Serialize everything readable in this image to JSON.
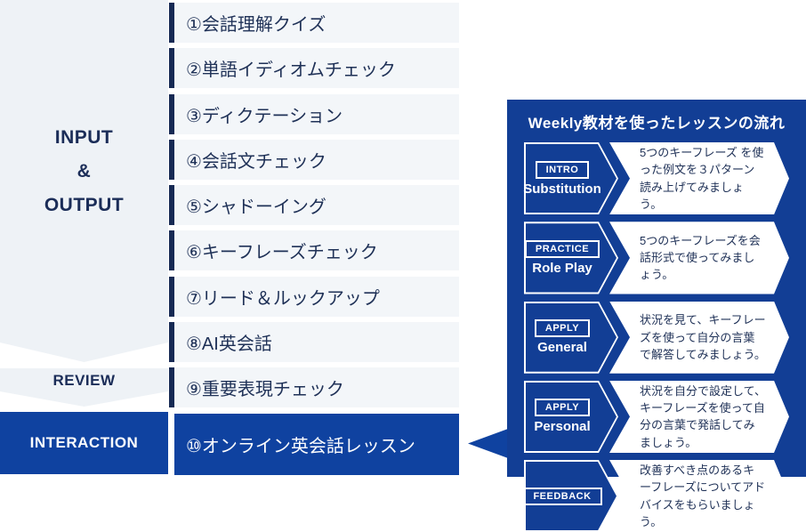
{
  "colors": {
    "accent_blue": "#0f42a0",
    "panel_blue": "#123e95",
    "navy_text": "#1b2d58",
    "light_shape": "#eef2f6",
    "step_bg": "#f3f6f9",
    "white": "#ffffff"
  },
  "left_column": {
    "input_output_lines": [
      "INPUT",
      "&",
      "OUTPUT"
    ],
    "review_label": "REVIEW",
    "interaction_label": "INTERACTION"
  },
  "steps": [
    {
      "label": "①会話理解クイズ"
    },
    {
      "label": "②単語イディオムチェック"
    },
    {
      "label": "③ディクテーション"
    },
    {
      "label": "④会話文チェック"
    },
    {
      "label": "⑤シャドーイング"
    },
    {
      "label": "⑥キーフレーズチェック"
    },
    {
      "label": "⑦リード＆ルックアップ"
    },
    {
      "label": "⑧AI英会話"
    },
    {
      "label": "⑨重要表現チェック"
    },
    {
      "label": "⑩オンライン英会話レッスン"
    }
  ],
  "panel": {
    "title": "Weekly教材を使ったレッスンの流れ",
    "rows": [
      {
        "tag": "INTRO",
        "subtitle": "Substitution",
        "description": "5つのキーフレーズ を使った例文を３パターン読み上げてみましょう。"
      },
      {
        "tag": "PRACTICE",
        "subtitle": "Role Play",
        "description": "5つのキーフレーズを会話形式で使ってみましょう。"
      },
      {
        "tag": "APPLY",
        "subtitle": "General",
        "description": "状況を見て、キーフレーズを使って自分の言葉で解答してみましょう。"
      },
      {
        "tag": "APPLY",
        "subtitle": "Personal",
        "description": "状況を自分で設定して、キーフレーズを使って自分の言葉で発話してみましょう。"
      },
      {
        "tag": "FEEDBACK",
        "subtitle": "",
        "description": "改善すべき点のあるキーフレーズについてアドバイスをもらいましょう。"
      }
    ]
  }
}
